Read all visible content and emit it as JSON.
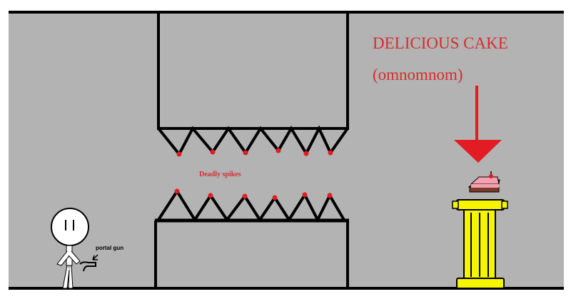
{
  "scene": {
    "title_line1": "DELICIOUS CAKE",
    "title_line2": "(omnomnom)",
    "spikes_label": "Deadly spikes",
    "portal_gun_label": "portal gun"
  },
  "colors": {
    "background": "#b3b3b3",
    "outline": "#000000",
    "accent_red": "#e31b23",
    "label_red": "#d42e2e",
    "pillar_yellow": "#f5f500",
    "cake_pink": "#f5a0b0",
    "cake_chocolate": "#7a3a28",
    "stickman": "#ffffff"
  },
  "icons": {
    "stickman": "stick-figure-icon",
    "portal_gun": "portal-gun-icon",
    "cake": "cake-icon",
    "arrow": "down-arrow-icon"
  }
}
